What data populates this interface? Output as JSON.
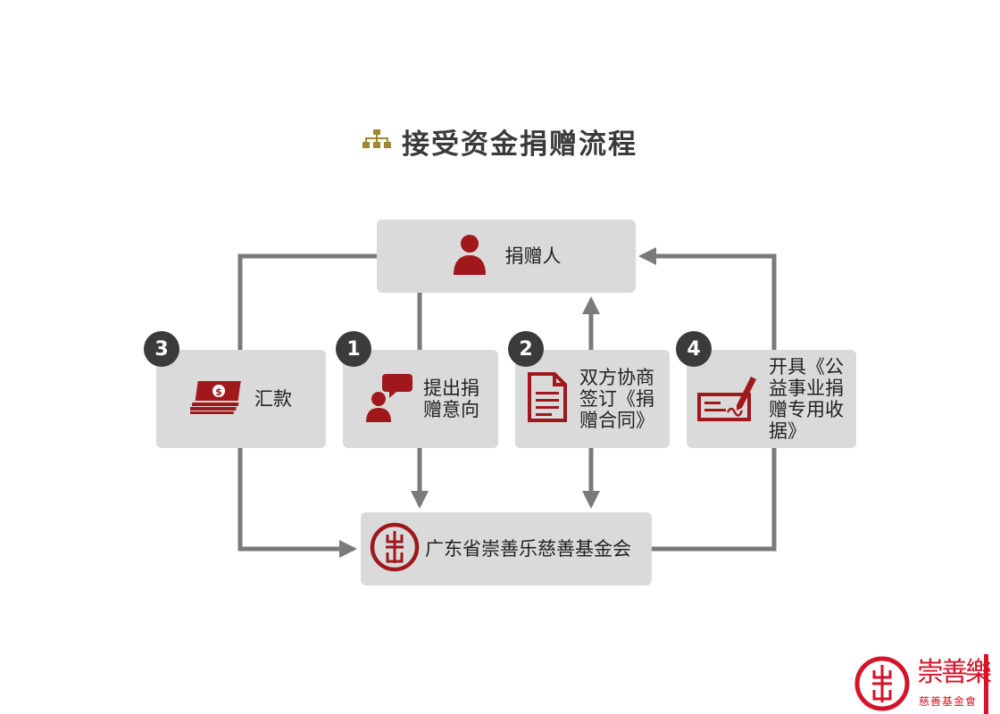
{
  "title": "接受资金捐赠流程",
  "colors": {
    "accent": "#a0181c",
    "box": "#dadada",
    "line": "#7a7a7a",
    "badge": "#3b3b3b",
    "title_icon": "#a08733"
  },
  "nodes": {
    "donor": {
      "label": "捐赠人",
      "icon": "person-icon"
    },
    "foundation": {
      "label": "广东省崇善乐慈善基金会",
      "icon": "foundation-logo-icon"
    }
  },
  "steps": [
    {
      "num": "3",
      "line1": "汇款",
      "line2": "",
      "line3": "",
      "line4": "",
      "icon": "money-icon"
    },
    {
      "num": "1",
      "line1": "提出捐",
      "line2": "赠意向",
      "line3": "",
      "line4": "",
      "icon": "speech-person-icon"
    },
    {
      "num": "2",
      "line1": "双方协商",
      "line2": "签订《捐",
      "line3": "赠合同》",
      "line4": "",
      "icon": "document-icon"
    },
    {
      "num": "4",
      "line1": "开具《公",
      "line2": "益事业捐",
      "line3": "赠专用收",
      "line4": "据》",
      "icon": "check-sign-icon"
    }
  ],
  "brand": {
    "name": "崇善樂",
    "sub": "慈善基金會"
  }
}
